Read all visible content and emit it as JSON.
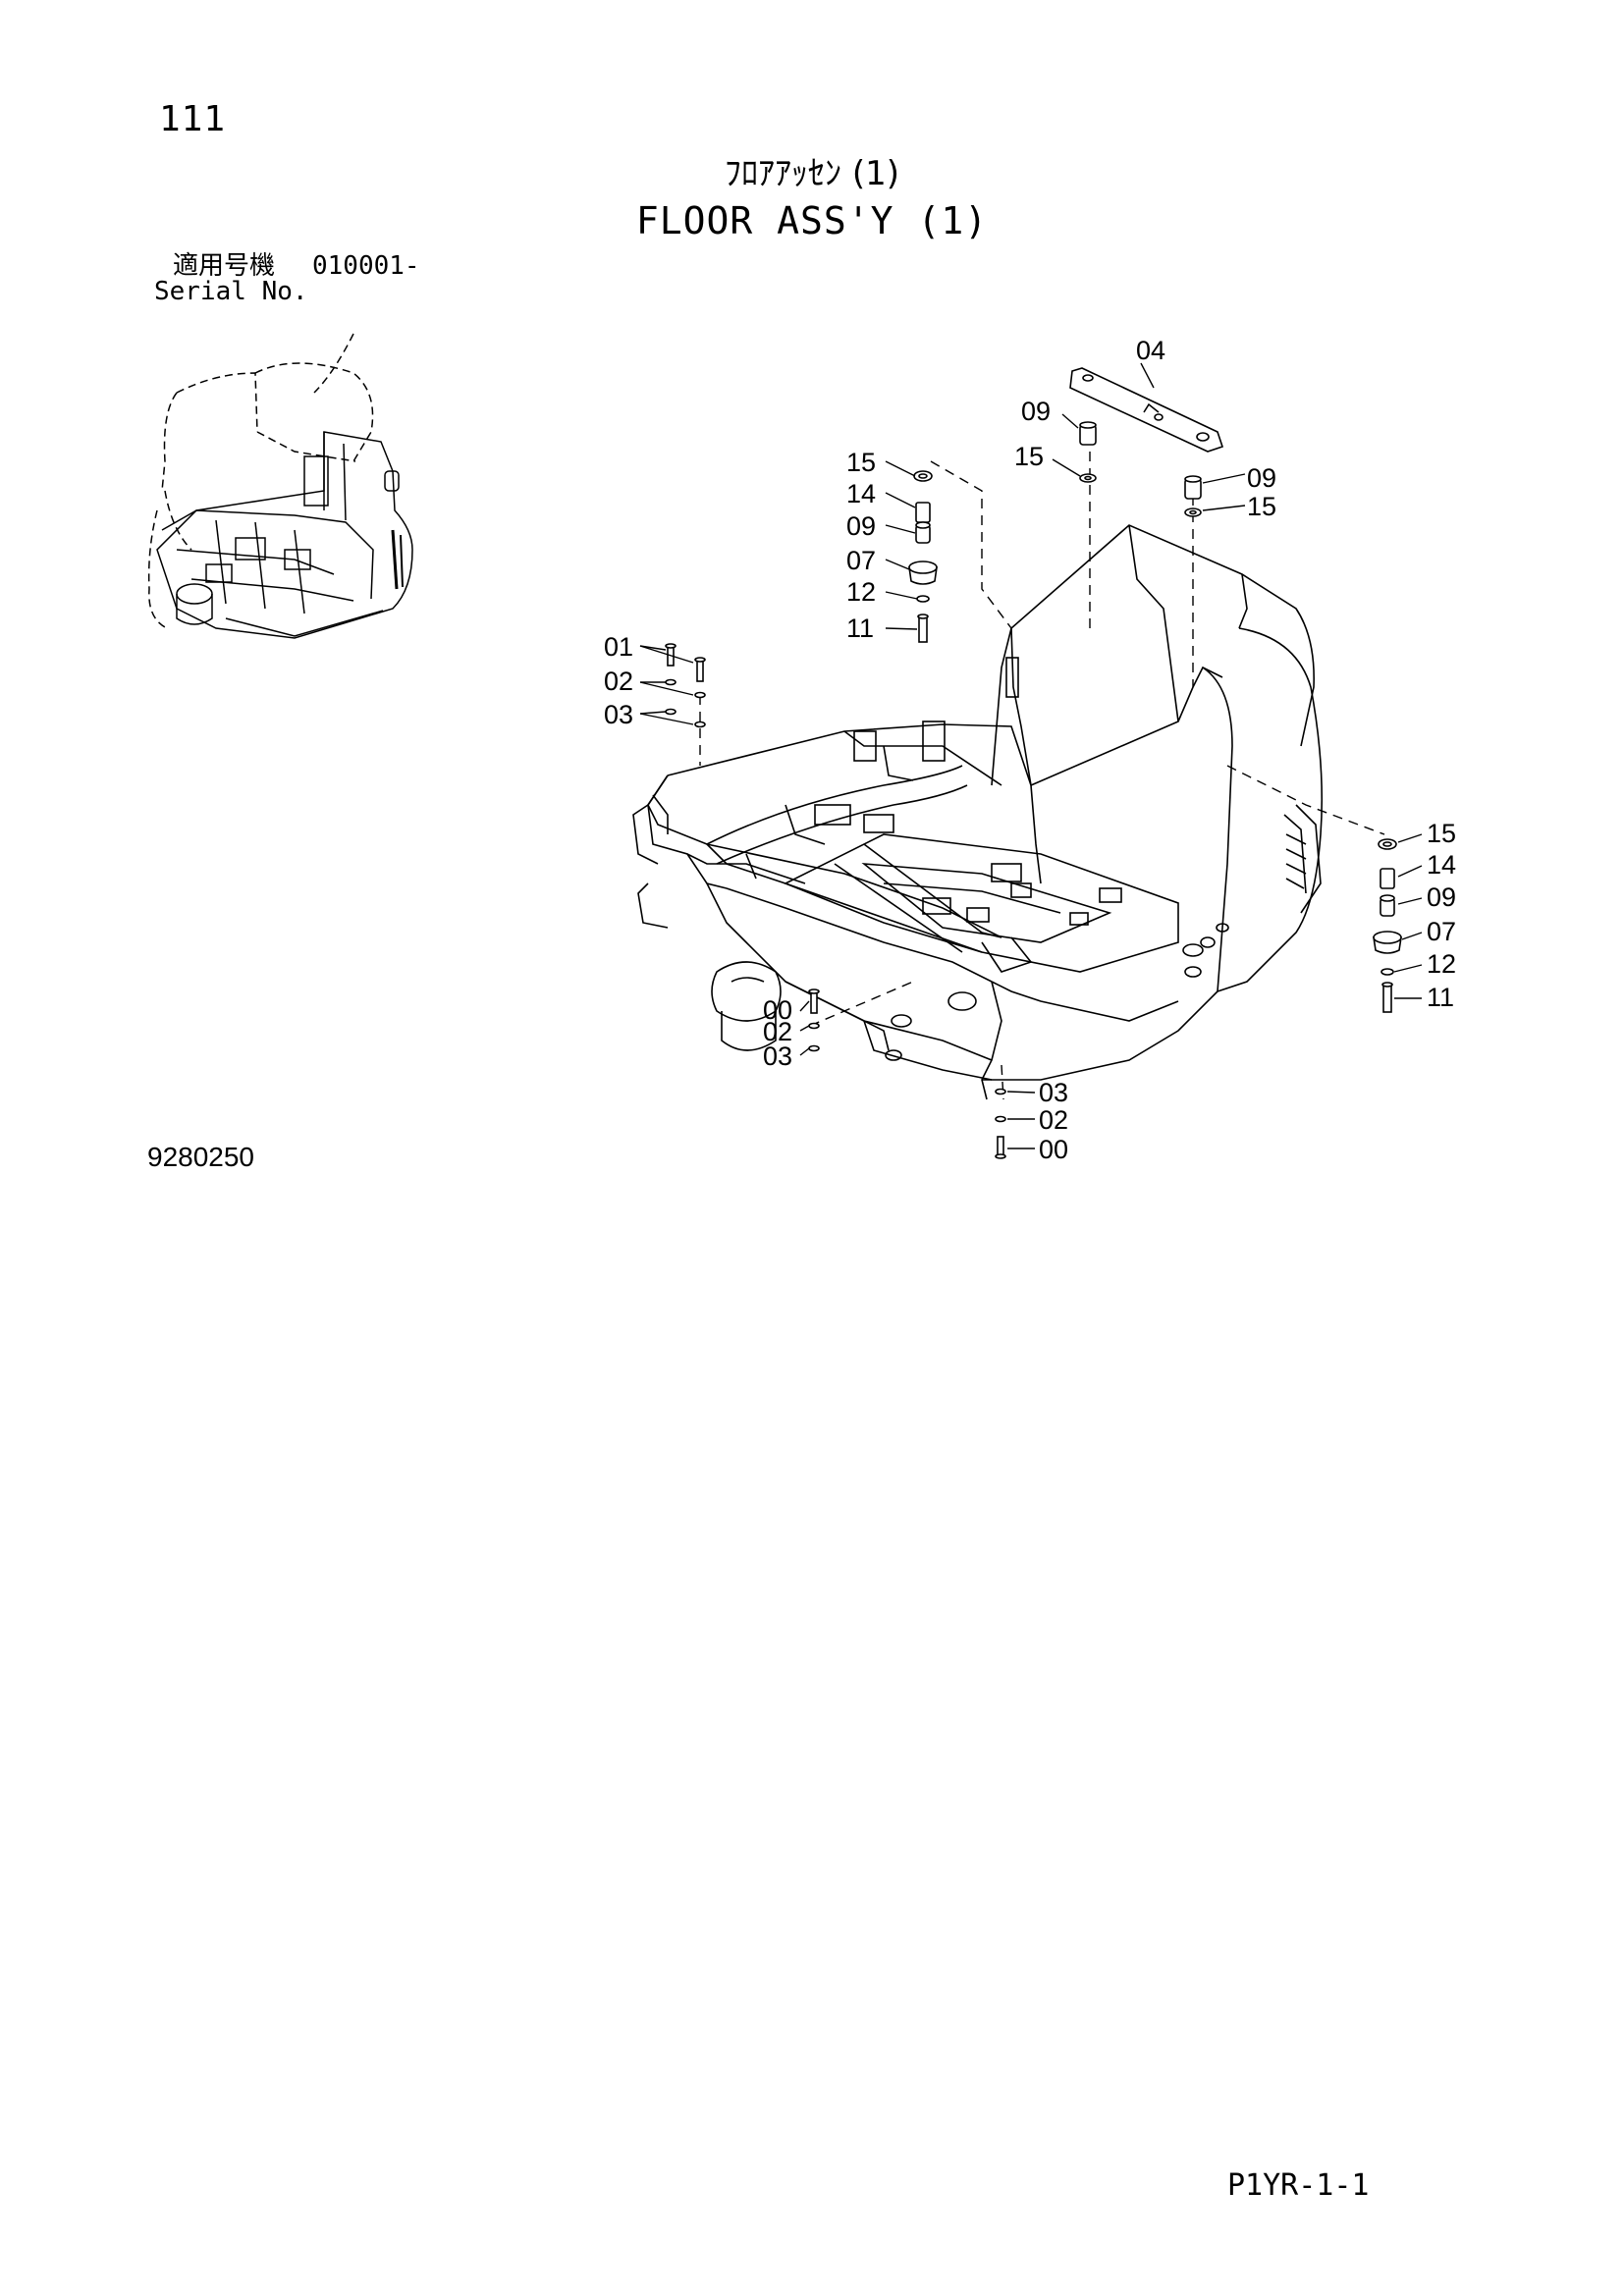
{
  "header": {
    "page_number": "111",
    "title_japanese": "ﾌﾛｱｱｯｾﾝ (1)",
    "title_english": "FLOOR ASS'Y (1)"
  },
  "serial": {
    "label_japanese": "適用号機",
    "value": "010001-",
    "label_english": "Serial No."
  },
  "illustration_number": "9280250",
  "footer": {
    "page_code": "P1YR-1-1"
  },
  "callouts": {
    "top_bracket": [
      "04",
      "09",
      "15",
      "09",
      "15"
    ],
    "left_mount_stack": [
      "15",
      "14",
      "09",
      "07",
      "12",
      "11"
    ],
    "left_bolts": [
      "01",
      "02",
      "03"
    ],
    "right_mount_stack": [
      "15",
      "14",
      "09",
      "07",
      "12",
      "11"
    ],
    "front_left_bolts": [
      "00",
      "02",
      "03"
    ],
    "front_center_bolts": [
      "03",
      "02",
      "00"
    ]
  }
}
